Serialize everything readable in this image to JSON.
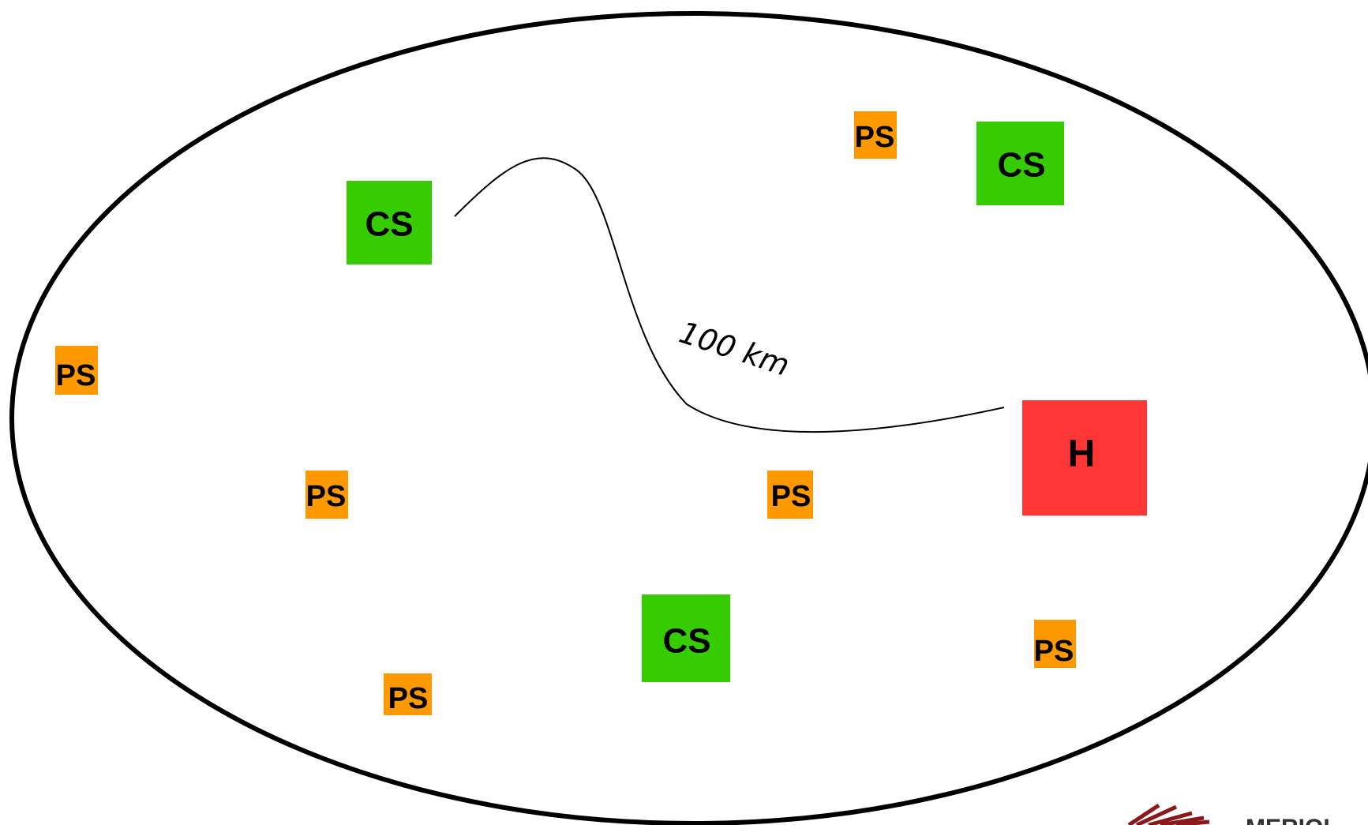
{
  "colors": {
    "hub": "#ff3636",
    "central_site": "#36cc00",
    "peripheral_site": "#ff9900",
    "outline": "#000000",
    "logo": "#333333"
  },
  "nodes": {
    "hub": {
      "label": "H",
      "shape": "square"
    },
    "central_sites": [
      {
        "label": "CS",
        "shape": "square"
      },
      {
        "label": "CS",
        "shape": "square"
      },
      {
        "label": "CS",
        "shape": "square"
      }
    ],
    "peripheral_sites": [
      {
        "label": "PS",
        "shape": "square"
      },
      {
        "label": "PS",
        "shape": "square"
      },
      {
        "label": "PS",
        "shape": "square"
      },
      {
        "label": "PS",
        "shape": "square"
      },
      {
        "label": "PS",
        "shape": "square"
      },
      {
        "label": "PS",
        "shape": "square"
      }
    ]
  },
  "connector": {
    "label": "100 km",
    "style": "curved line"
  },
  "region": {
    "shape": "ellipse"
  },
  "logo": {
    "text": "MERIOL",
    "icon": "striped-logo-icon"
  }
}
